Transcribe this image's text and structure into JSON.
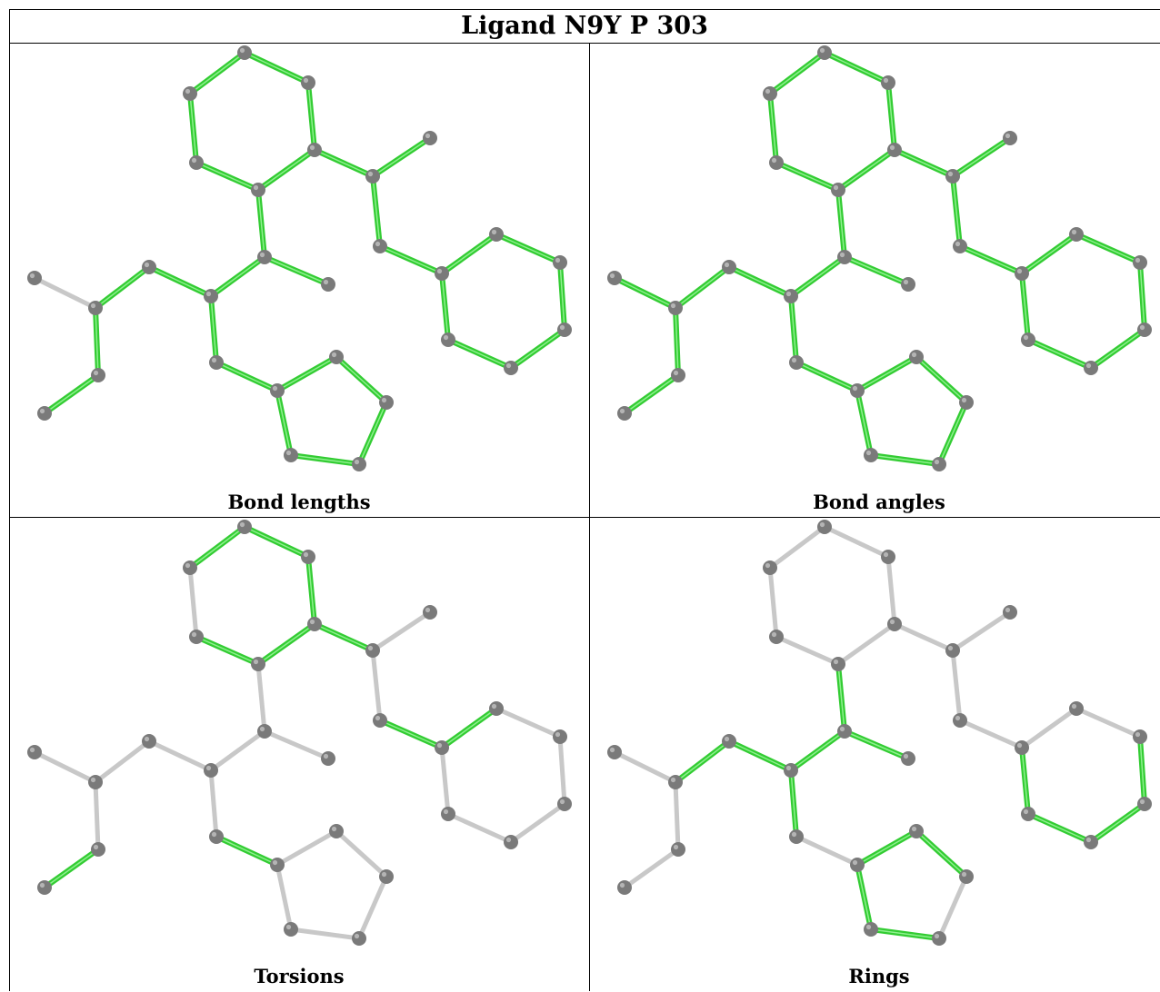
{
  "title": "Ligand N9Y P 303",
  "colors": {
    "highlight": "#33cc33",
    "plain_bond": "#c8c8c8",
    "atom": "#7a7a7a"
  },
  "panels": [
    {
      "caption": "Bond lengths",
      "green": [
        1,
        2,
        3,
        4,
        5,
        6,
        7,
        8,
        9,
        10,
        11,
        12,
        13,
        14,
        15,
        16,
        17,
        18,
        19,
        20,
        21,
        22,
        23,
        24,
        25,
        26,
        27,
        28,
        29,
        30,
        31,
        32,
        33,
        34
      ]
    },
    {
      "caption": "Bond angles",
      "green": [
        0,
        1,
        2,
        3,
        4,
        5,
        6,
        7,
        8,
        9,
        10,
        11,
        12,
        13,
        14,
        15,
        16,
        17,
        18,
        19,
        20,
        21,
        22,
        23,
        24,
        25,
        26,
        27,
        28,
        29,
        30,
        31,
        32,
        33,
        34
      ]
    },
    {
      "caption": "Torsions",
      "green": [
        7,
        9,
        10,
        12,
        13,
        14,
        15,
        16,
        19,
        20
      ]
    },
    {
      "caption": "Rings",
      "green": [
        1,
        2,
        3,
        4,
        5,
        6,
        22,
        23,
        24,
        25,
        26,
        27,
        29,
        30,
        31,
        32,
        33
      ]
    }
  ]
}
